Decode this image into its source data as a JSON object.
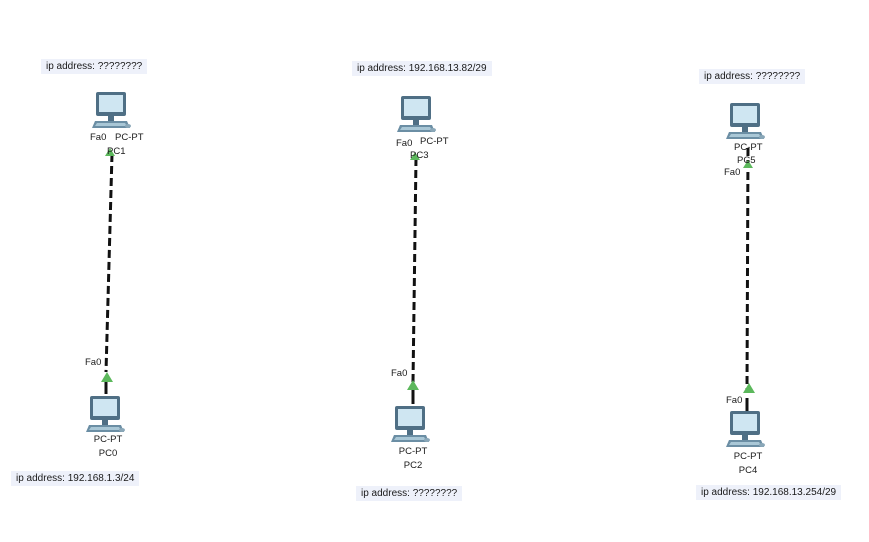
{
  "topology": {
    "groups": [
      {
        "top_note": "ip address: ????????",
        "top_device": {
          "type": "PC-PT",
          "name": "PC1",
          "port": "Fa0"
        },
        "bottom_device": {
          "type": "PC-PT",
          "name": "PC0",
          "port": "Fa0"
        },
        "bottom_note": "ip address: 192.168.1.3/24"
      },
      {
        "top_note": "ip address: 192.168.13.82/29",
        "top_device": {
          "type": "PC-PT",
          "name": "PC3",
          "port": "Fa0"
        },
        "bottom_device": {
          "type": "PC-PT",
          "name": "PC2",
          "port": "Fa0"
        },
        "bottom_note": "ip address: ????????"
      },
      {
        "top_note": "ip address: ????????",
        "top_device": {
          "type": "PC-PT",
          "name": "PC5",
          "port": "Fa0"
        },
        "bottom_device": {
          "type": "PC-PT",
          "name": "PC4",
          "port": "Fa0"
        },
        "bottom_note": "ip address: 192.168.13.254/29"
      }
    ]
  },
  "colors": {
    "background": "#ffffff",
    "note_bg": "#eef1fa",
    "link": "#111111",
    "link_up": "#5cb85c",
    "monitor_frame": "#4f6f85",
    "monitor_screen": "#cfe6f2"
  },
  "icons": {
    "device": "pc-icon",
    "link_status": "link-up-triangle-icon"
  }
}
